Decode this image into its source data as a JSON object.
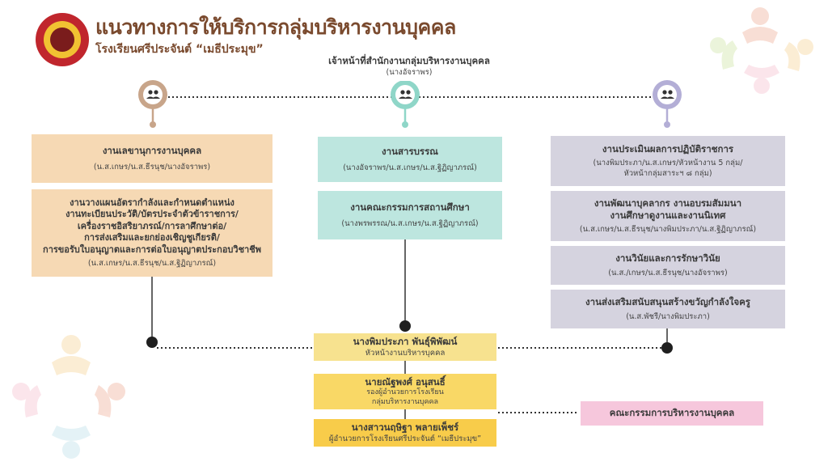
{
  "header": {
    "title": "แนวทางการให้บริการกลุ่มบริหารงานบุคคล",
    "subtitle": "โรงเรียนศรีประจันต์ “เมธีประมุข”"
  },
  "staff": {
    "title": "เจ้าหน้าที่สำนักงานกลุ่มบริหารงานบุคคล",
    "name": "(นางอัจราพร)"
  },
  "left": [
    {
      "title": "งานเลขานุการงานบุคคล",
      "people": "(น.ส.เกษร/น.ส.ธีรนุช/นางอัจราพร)"
    },
    {
      "title": "งานวางแผนอัตรากำลังและกำหนดตำแหน่ง\nงานทะเบียนประวัติ/บัตรประจำตัวข้าราชการ/\nเครื่องราชอิสริยาภรณ์/การลาศึกษาต่อ/\nการส่งเสริมและยกย่องเชิญชูเกียรติ/\nการขอรับใบอนุญาตและการต่อใบอนุญาตประกอบวิชาชีพ",
      "people": "(น.ส.เกษร/น.ส.ธีรนุช/น.ส.ฐิฏิญาภรณ์)"
    }
  ],
  "middle": [
    {
      "title": "งานสารบรรณ",
      "people": "(นางอัจราพร/น.ส.เกษร/น.ส.ฐิฏิญาภรณ์)"
    },
    {
      "title": "งานคณะกรรมการสถานศึกษา",
      "people": "(นางพรพรรณ/น.ส.เกษร/น.ส.ฐิฏิญาภรณ์)"
    }
  ],
  "right": [
    {
      "title": "งานประเมินผลการปฏิบัติราชการ",
      "people": "(นางพิมประภา/น.ส.เกษร/หัวหน้างาน 5 กลุ่ม/\nหัวหน้ากลุ่มสาระฯ ๘ กลุ่ม)"
    },
    {
      "title": "งานพัฒนาบุคลากร งานอบรมสัมมนา\nงานศึกษาดูงานและงานนิเทศ",
      "people": "(น.ส.เกษร/น.ส.ธีรนุช/นางพิมประภา/น.ส.ฐิฏิญาภรณ์)"
    },
    {
      "title": "งานวินัยและการรักษาวินัย",
      "people": "(น.ส./เกษร/น.ส.ธีรนุช/นางอัจราพร)"
    },
    {
      "title": "งานส่งเสริมสนับสนุนสร้างขวัญกำลังใจครู",
      "people": "(น.ส.พัชรี/นางพิมประภา)"
    }
  ],
  "chain": [
    {
      "name": "นางพิมประภา พันธุ์พิพัฒน์",
      "role": "หัวหน้างานบริหารบุคคล"
    },
    {
      "name": "นายณัฐพงศ์ อนุสนธิ์",
      "role": "รองผู้อำนวยการโรงเรียน\nกลุ่มบริหารงานบุคคล"
    },
    {
      "name": "นางสาวนฤษิฐา พลายเพ็ชร์",
      "role": "ผู้อำนวยการโรงเรียนศรีประจันต์ “เมธีประมุข”"
    }
  ],
  "committee": "คณะกรรมการบริหารงานบุคคล",
  "colors": {
    "pin_left": "#c8a58a",
    "pin_middle": "#8fd6c8",
    "pin_right": "#b3aed6"
  }
}
